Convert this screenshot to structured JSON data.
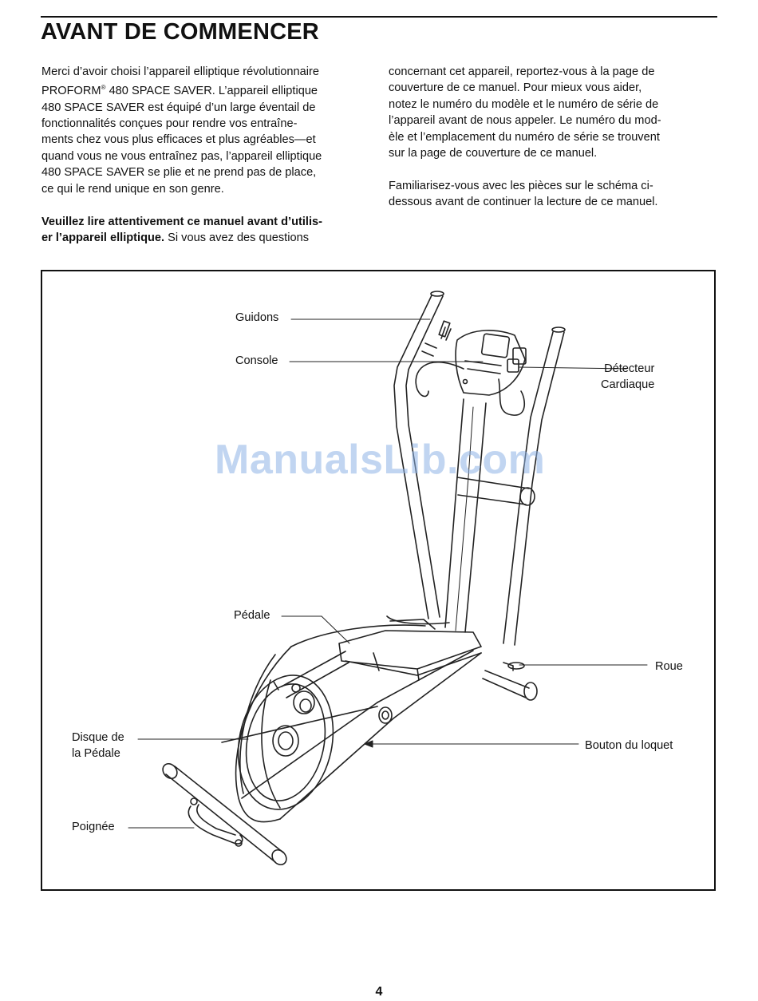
{
  "header": {
    "title": "AVANT DE COMMENCER"
  },
  "intro": {
    "left_p1": [
      "Merci d’avoir choisi l’appareil elliptique révolutionnaire",
      "480 SPACE SAVER. L’appareil elliptique",
      "480 SPACE SAVER est équipé d’un large éventail de",
      "fonctionnalités conçues pour rendre vos entraîne-",
      "ments chez vous plus efficaces et plus agréables—et",
      "quand vous ne vous entraînez pas, l’appareil elliptique",
      "480 SPACE SAVER se plie et ne prend pas de place,",
      "ce qui le rend unique en son genre."
    ],
    "brand": "PROFORM",
    "reg_mark": "®",
    "left_p2_bold_1": "Veuillez lire attentivement ce manuel avant d’utilis-",
    "left_p2_bold_2": "er l’appareil elliptique.",
    "left_p2_rest": " Si vous avez des questions",
    "right_p1": [
      "concernant cet appareil, reportez-vous à la page de",
      "couverture de ce manuel. Pour mieux vous aider,",
      "notez le numéro du modèle et le numéro de série de",
      "l’appareil avant de nous appeler. Le numéro du mod-",
      "èle et l’emplacement du numéro de série se trouvent",
      "sur la page de couverture de ce manuel."
    ],
    "right_p2": [
      "Familiarisez-vous avec les pièces sur le schéma ci-",
      "dessous avant de continuer la lecture de ce manuel."
    ]
  },
  "diagram": {
    "labels": {
      "guidons": "Guidons",
      "console": "Console",
      "detecteur_1": "Détecteur",
      "detecteur_2": "Cardiaque",
      "pedale": "Pédale",
      "roue": "Roue",
      "disque_1": "Disque de",
      "disque_2": "la Pédale",
      "bouton": "Bouton du loquet",
      "poignee": "Poignée"
    },
    "watermark": "ManualsLib.com"
  },
  "footer": {
    "page_number": "4"
  }
}
